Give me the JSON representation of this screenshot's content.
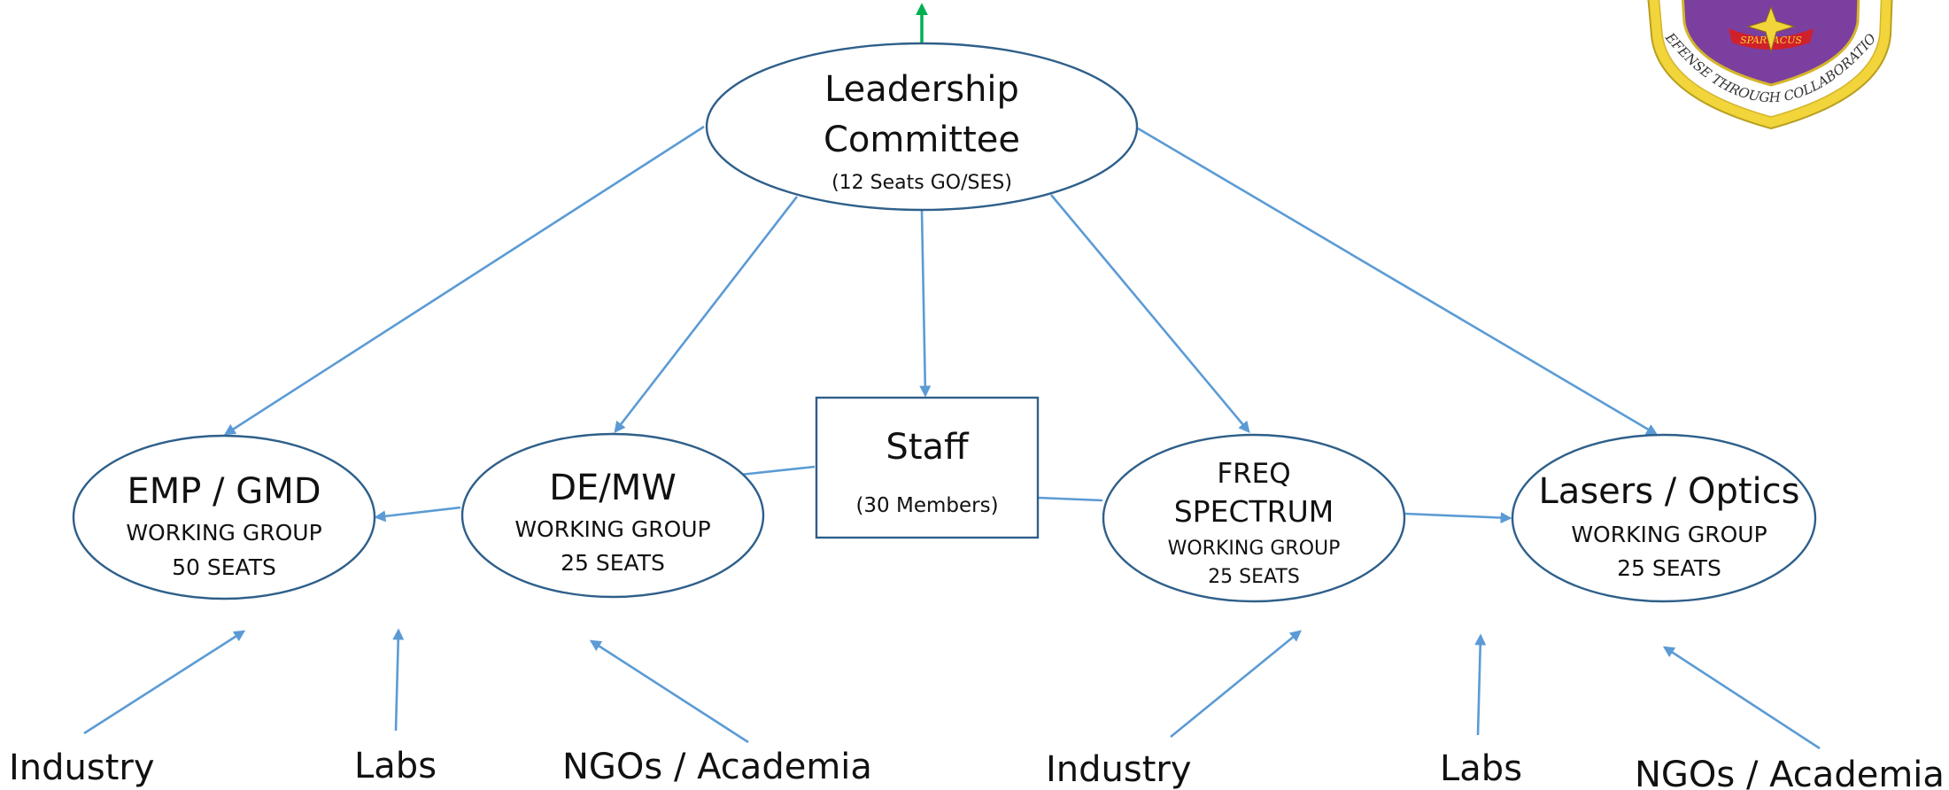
{
  "leadership": {
    "line1": "Leadership",
    "line2": "Committee",
    "seats": "(12 Seats GO/SES)"
  },
  "staff": {
    "title": "Staff",
    "members": "(30 Members)"
  },
  "groups": {
    "emp": {
      "title": "EMP / GMD",
      "subtitle": "WORKING GROUP",
      "seats": "50 SEATS"
    },
    "demw": {
      "title": "DE/MW",
      "subtitle": "WORKING GROUP",
      "seats": "25 SEATS"
    },
    "freq": {
      "title1": "FREQ",
      "title2": "SPECTRUM",
      "subtitle": "WORKING GROUP",
      "seats": "25 SEATS"
    },
    "lasers": {
      "title": "Lasers / Optics",
      "subtitle": "WORKING GROUP",
      "seats": "25 SEATS"
    }
  },
  "sources": {
    "industry_left": "Industry",
    "labs_left": "Labs",
    "ngo_left": "NGOs / Academia",
    "industry_right": "Industry",
    "labs_right": "Labs",
    "ngo_right": "NGOs / Academia"
  },
  "emblem": {
    "motto": "DEFENSE THROUGH COLLABORATION",
    "ribbon": "SPARTACUS"
  },
  "colors": {
    "node_stroke": "#2e5f8a",
    "edge": "#5b9bd5",
    "up_arrow": "#00b050",
    "emblem_shield": "#7b3fa0",
    "emblem_border": "#f2d43b"
  }
}
